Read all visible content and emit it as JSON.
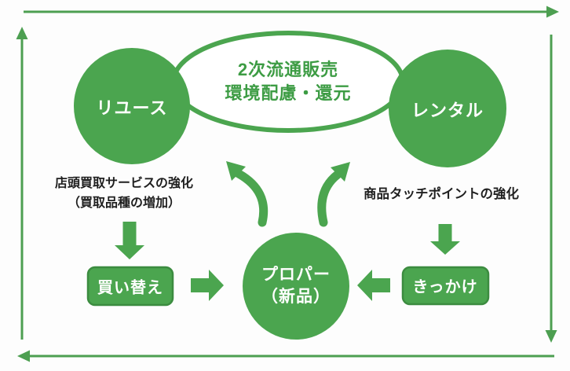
{
  "colors": {
    "green": "#4BA54F",
    "green_box_border": "#3C8C40",
    "green_line": "#4D9F51",
    "text_green": "#3D9C44",
    "text_dark": "#1F1F1F",
    "white": "#FFFFFF"
  },
  "diagram": {
    "ellipse_label": {
      "line1": "2次流通販売",
      "line2": "環境配慮・還元"
    },
    "nodes": {
      "reuse": "リユース",
      "rental": "レンタル",
      "proper_line1": "プロパー",
      "proper_line2": "（新品）",
      "kaikae": "買い替え",
      "kikkake": "きっかけ"
    },
    "notes": {
      "left_line1": "店頭買取サービスの強化",
      "left_line2": "（買取品種の増加）",
      "right": "商品タッチポイントの強化"
    }
  }
}
